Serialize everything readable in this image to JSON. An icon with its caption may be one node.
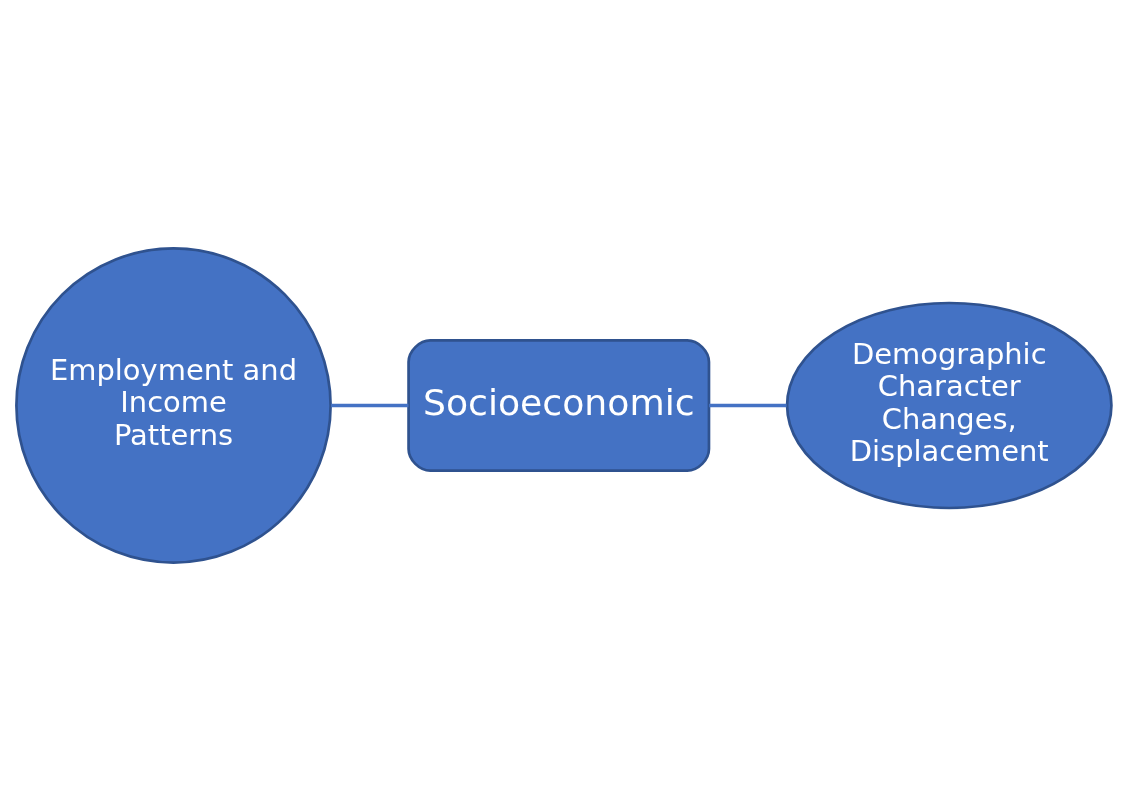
{
  "diagram": {
    "nodes": [
      {
        "text": [
          "Employment and Income Patterns"
        ]
      },
      {
        "text": [
          "Socioeconomic"
        ]
      },
      {
        "text": [
          "Demographic Character Changes, Displacement"
        ]
      }
    ],
    "edges": [
      {
        "from": 0,
        "to": 1,
        "arrow": "none"
      },
      {
        "from": 1,
        "to": 2,
        "arrow": "none"
      }
    ]
  }
}
